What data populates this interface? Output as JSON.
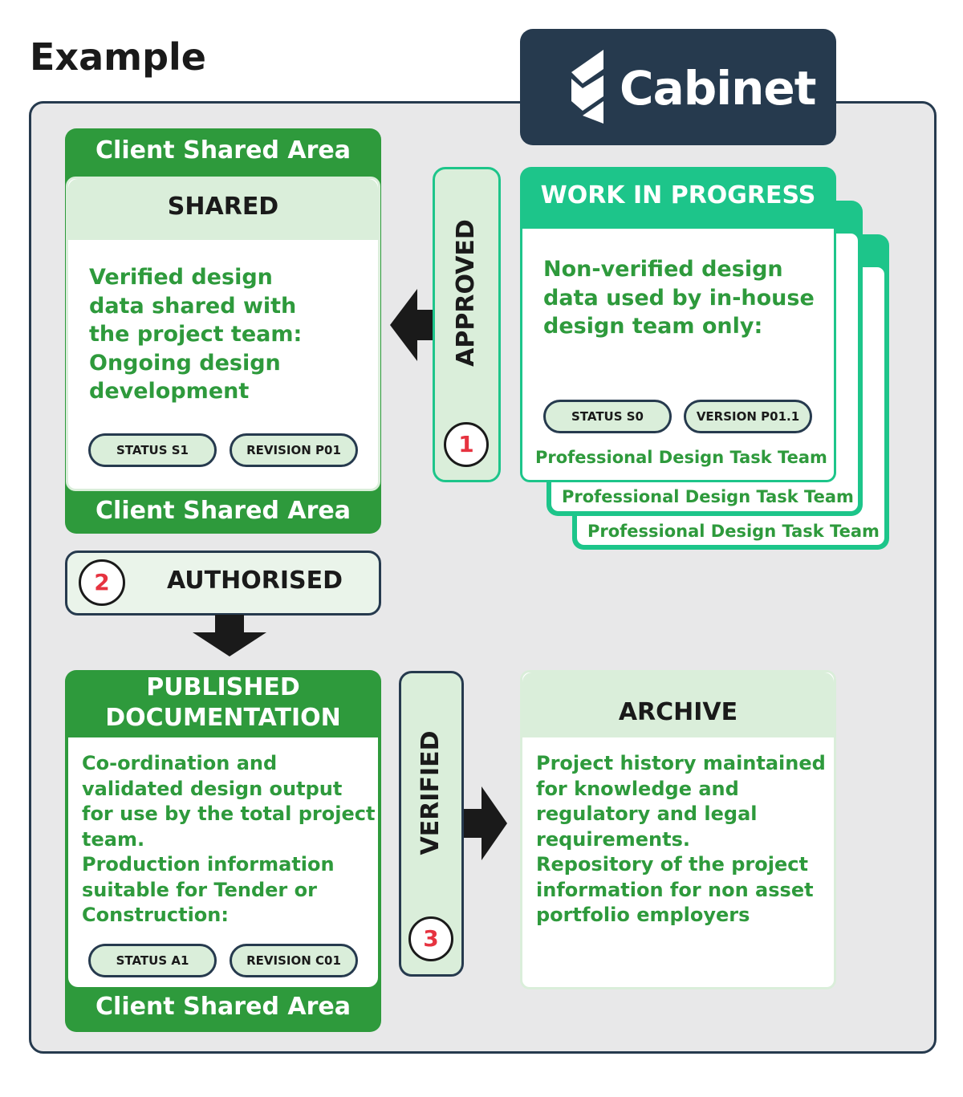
{
  "heading": "Example",
  "logo": {
    "text": "Cabinet"
  },
  "shared": {
    "top_band": "Client Shared Area",
    "title": "SHARED",
    "description": [
      "Verified design",
      "data shared with",
      "the project team:",
      "Ongoing design",
      "development"
    ],
    "status": "STATUS S1",
    "revision": "REVISION P01",
    "bottom_band": "Client Shared Area"
  },
  "approved": {
    "label": "APPROVED",
    "number": "1"
  },
  "wip": {
    "title": "WORK IN PROGRESS",
    "description": [
      "Non-verified design",
      "data used by in-house",
      "design team only:"
    ],
    "status": "STATUS S0",
    "version": "VERSION P01.1",
    "teams": [
      "Professional Design Task Team",
      "Professional Design Task Team",
      "Professional Design Task Team"
    ]
  },
  "authorised": {
    "label": "AUTHORISED",
    "number": "2"
  },
  "published": {
    "title": [
      "PUBLISHED",
      "DOCUMENTATION"
    ],
    "description": [
      "Co-ordination and",
      "validated design output",
      "for use by the total project",
      "team.",
      "Production information",
      "suitable for Tender or",
      "Construction:"
    ],
    "status": "STATUS A1",
    "revision": "REVISION C01",
    "bottom_band": "Client Shared Area"
  },
  "verified": {
    "label": "VERIFIED",
    "number": "3"
  },
  "archive": {
    "title": "ARCHIVE",
    "description": [
      "Project history maintained",
      "for knowledge and",
      "regulatory and legal",
      "requirements.",
      "Repository of the project",
      "information for non asset",
      "portfolio employers"
    ]
  },
  "colors": {
    "brand_green": "#2e9a3c",
    "wip_green": "#1dc58a",
    "navy": "#263a4e",
    "light_green": "#daeeda",
    "number_red": "#e63340"
  },
  "icons": [
    "cabinet-logo-icon",
    "arrow-left-icon",
    "arrow-down-icon",
    "arrow-right-icon"
  ]
}
